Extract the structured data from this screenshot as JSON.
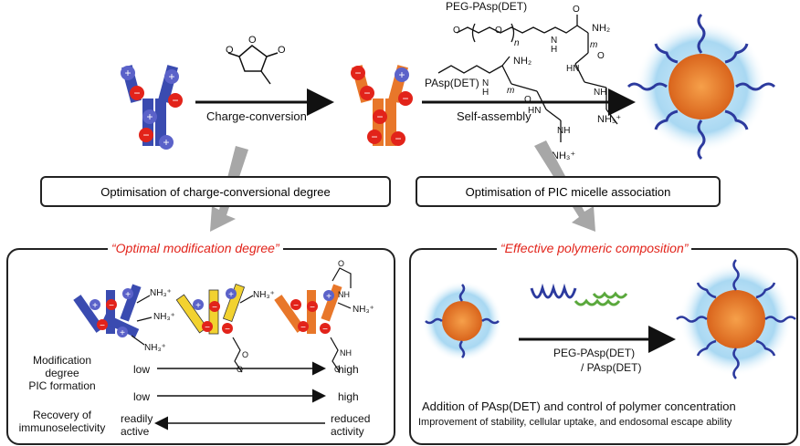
{
  "top": {
    "charge_conversion_label": "Charge-conversion",
    "self_assembly_label": "Self-assembly",
    "peg_pasp_det_label": "PEG-PAsp(DET)",
    "pasp_det_label": "PAsp(DET)"
  },
  "boxes": {
    "left": "Optimisation of charge-conversional degree",
    "right": "Optimisation of PIC micelle association"
  },
  "left_panel": {
    "title": "“Optimal modification degree”",
    "rows": [
      {
        "label": "Modification degree",
        "left": "low",
        "right": "high",
        "direction": "right"
      },
      {
        "label": "PIC formation",
        "left": "low",
        "right": "high",
        "direction": "right"
      },
      {
        "label": "Recovery of immunoselectivity",
        "left": "readily active",
        "right": "reduced activity",
        "direction": "left"
      }
    ]
  },
  "right_panel": {
    "title": "“Effective polymeric composition”",
    "arrow_label_1": "PEG-PAsp(DET)",
    "arrow_label_2": "/ PAsp(DET)",
    "caption_1": "Addition of PAsp(DET) and control of polymer concentration",
    "caption_2": "Improvement of stability, cellular uptake, and endosomal escape ability"
  },
  "colors": {
    "antibody_native": "#3a4bb0",
    "antibody_converted": "#e8772a",
    "antibody_intermediate": "#f2d230",
    "minus_charge": "#e2231a",
    "title_red": "#e2231a",
    "micelle_halo": "#9fd2ef",
    "peg_chain": "#2c3a9e",
    "pasp_chain": "#5aa83c"
  }
}
